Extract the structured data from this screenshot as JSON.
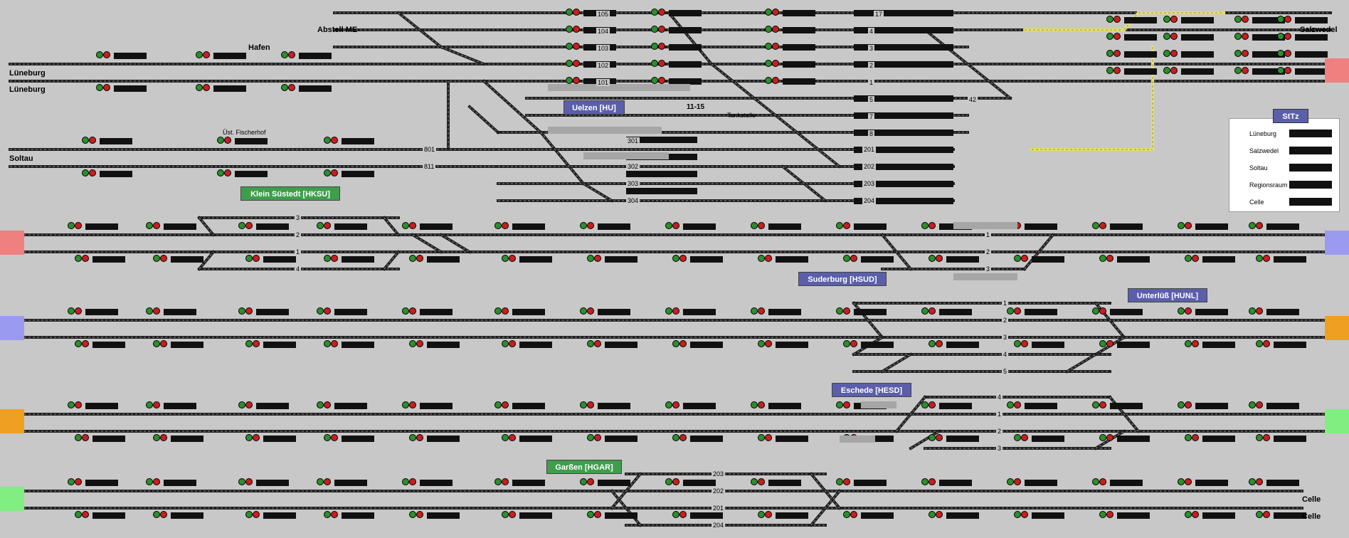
{
  "colors": {
    "background": "#c8c8c8",
    "track": "#202020",
    "track_highlight": "#e8e060",
    "signal_red": "#c81e1e",
    "signal_green": "#2b8f2b",
    "label_blue": "#5b5faa",
    "label_green": "#3e9e4c",
    "edge_red": "#f08080",
    "edge_blue": "#9a9af0",
    "edge_orange": "#f0a020",
    "edge_green": "#80ee80"
  },
  "stations": [
    {
      "name": "Uelzen [HU]",
      "style": "blue"
    },
    {
      "name": "Klein Süstedt [HKSU]",
      "style": "green"
    },
    {
      "name": "Suderburg [HSUD]",
      "style": "blue"
    },
    {
      "name": "Unterlüß [HUNL]",
      "style": "blue"
    },
    {
      "name": "Eschede [HESD]",
      "style": "blue"
    },
    {
      "name": "Garßen [HGAR]",
      "style": "green"
    }
  ],
  "place_names": {
    "lueneburg_1": "Lüneburg",
    "lueneburg_2": "Lüneburg",
    "soltau": "Soltau",
    "salzwedel": "Salzwedel",
    "celle_1": "Celle",
    "celle_2": "Celle",
    "abstell": "Abstell ME",
    "hafen": "Hafen",
    "fischerhof": "Üst. Fischerhof",
    "tankstelle": "Tankstelle",
    "uhr": "11-15"
  },
  "legend": {
    "title": "StTz",
    "rows": [
      "Lüneburg",
      "Salzwedel",
      "Soltau",
      "Regionsraum",
      "Celle"
    ]
  },
  "uelzen_tracks": {
    "upper": [
      "105",
      "104",
      "103",
      "102",
      "101"
    ],
    "right_upper": [
      "17",
      "4",
      "3",
      "2",
      "1"
    ],
    "right_mid": [
      "5",
      "42",
      "7",
      "8"
    ],
    "lower": [
      "301",
      "302",
      "303",
      "304"
    ],
    "right_lower": [
      "201",
      "202",
      "203",
      "204"
    ],
    "soltau_line": [
      "801",
      "811"
    ]
  },
  "ksu_tracks": [
    "3",
    "2",
    "1",
    "4"
  ],
  "sud_tracks": [
    "1",
    "2",
    "3"
  ],
  "unl_tracks": [
    "1",
    "2",
    "3",
    "4",
    "5"
  ],
  "esd_tracks": [
    "4",
    "1",
    "2",
    "3"
  ],
  "gar_tracks": [
    "203",
    "202",
    "201",
    "204"
  ]
}
